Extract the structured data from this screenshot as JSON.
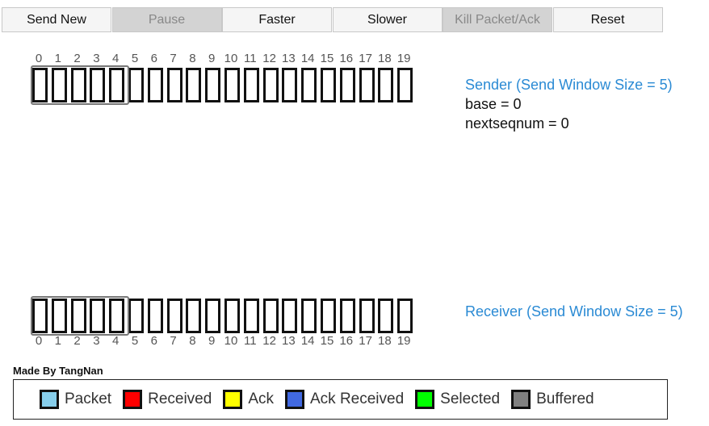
{
  "toolbar": {
    "buttons": [
      {
        "label": "Send New",
        "disabled": false
      },
      {
        "label": "Pause",
        "disabled": true
      },
      {
        "label": "Faster",
        "disabled": false
      },
      {
        "label": "Slower",
        "disabled": false
      },
      {
        "label": "Kill Packet/Ack",
        "disabled": true
      },
      {
        "label": "Reset",
        "disabled": false
      }
    ]
  },
  "slots": [
    "0",
    "1",
    "2",
    "3",
    "4",
    "5",
    "6",
    "7",
    "8",
    "9",
    "10",
    "11",
    "12",
    "13",
    "14",
    "15",
    "16",
    "17",
    "18",
    "19"
  ],
  "window_size": 5,
  "sender": {
    "title": "Sender (Send Window Size = 5)",
    "base": "base = 0",
    "nextseqnum": "nextseqnum = 0"
  },
  "receiver": {
    "title": "Receiver (Send Window Size = 5)"
  },
  "credit": "Made By TangNan",
  "legend": [
    {
      "label": "Packet",
      "color": "#87ceeb"
    },
    {
      "label": "Received",
      "color": "#ff0000"
    },
    {
      "label": "Ack",
      "color": "#ffff00"
    },
    {
      "label": "Ack Received",
      "color": "#4169e1"
    },
    {
      "label": "Selected",
      "color": "#00ff00"
    },
    {
      "label": "Buffered",
      "color": "#808080"
    }
  ]
}
